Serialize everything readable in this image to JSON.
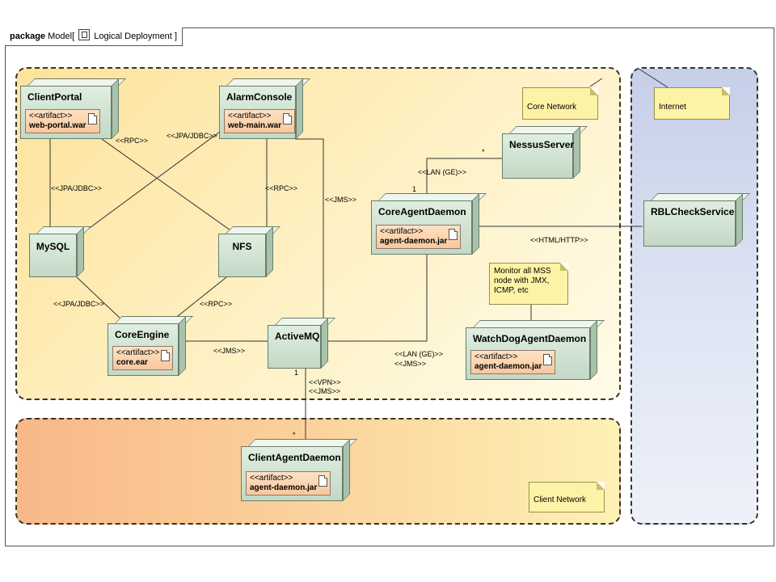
{
  "header": {
    "keyword": "package",
    "model": "Model",
    "separator": "[",
    "diagram_name": "Logical Deployment",
    "close": "]"
  },
  "regions": {
    "core": "Core Network",
    "internet": "Internet",
    "client": "Client Network"
  },
  "nodes": {
    "client_portal": {
      "name": "ClientPortal",
      "artifact_stereo": "<<artifact>>",
      "artifact_name": "web-portal.war"
    },
    "alarm_console": {
      "name": "AlarmConsole",
      "artifact_stereo": "<<artifact>>",
      "artifact_name": "web-main.war"
    },
    "mysql": {
      "name": "MySQL"
    },
    "nfs": {
      "name": "NFS"
    },
    "core_engine": {
      "name": "CoreEngine",
      "artifact_stereo": "<<artifact>>",
      "artifact_name": "core.ear"
    },
    "activemq": {
      "name": "ActiveMQ"
    },
    "core_agent_daemon": {
      "name": "CoreAgentDaemon",
      "artifact_stereo": "<<artifact>>",
      "artifact_name": "agent-daemon.jar"
    },
    "nessus_server": {
      "name": "NessusServer"
    },
    "watchdog_agent_daemon": {
      "name": "WatchDogAgentDaemon",
      "artifact_stereo": "<<artifact>>",
      "artifact_name": "agent-daemon.jar"
    },
    "rbl_check_service": {
      "name": "RBLCheckService"
    },
    "client_agent_daemon": {
      "name": "ClientAgentDaemon",
      "artifact_stereo": "<<artifact>>",
      "artifact_name": "agent-daemon.jar"
    }
  },
  "notes": {
    "monitor": "Monitor all MSS node with JMX, ICMP, etc"
  },
  "connectors": {
    "rpc_top": "<<RPC>>",
    "jpa_jdbc_top": "<<JPA/JDBC>>",
    "jpa_jdbc_left": "<<JPA/JDBC>>",
    "rpc_right": "<<RPC>>",
    "jms_vertical": "<<JMS>>",
    "lan_ge_top": "<<LAN (GE)>>",
    "mult_star_top": "*",
    "mult_one_top": "1",
    "html_http": "<<HTML/HTTP>>",
    "jpa_jdbc_bottom": "<<JPA/JDBC>>",
    "rpc_bottom": "<<RPC>>",
    "jms_horizontal": "<<JMS>>",
    "lan_ge_bottom": "<<LAN (GE)>>",
    "jms_bottom": "<<JMS>>",
    "mult_one_bottom": "1",
    "vpn": "<<VPN>>",
    "jms_vpn": "<<JMS>>",
    "mult_star_bottom": "*"
  }
}
